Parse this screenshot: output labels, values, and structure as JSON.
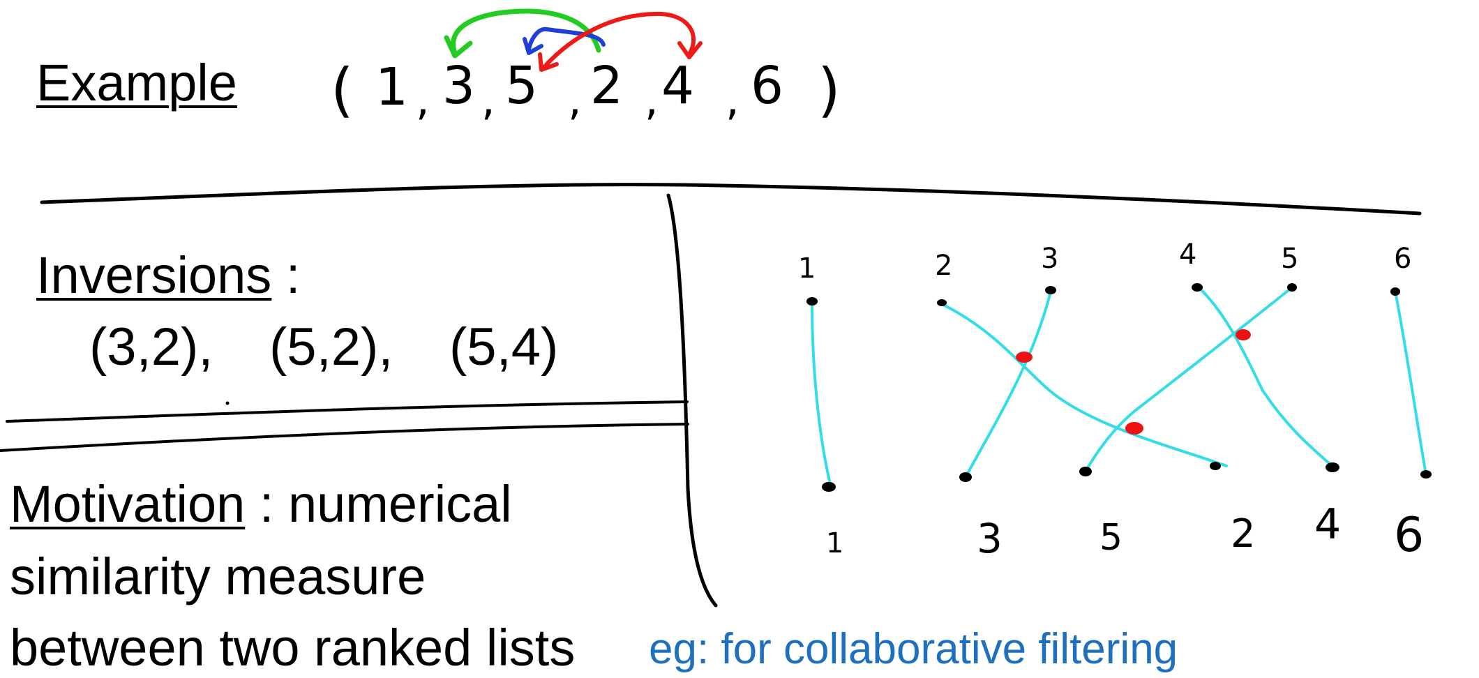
{
  "slide": {
    "example_label": "Example",
    "inversions_label": "Inversions",
    "inversions_colon": " :",
    "inversion_pairs": [
      "(3,2),",
      "(5,2),",
      "(5,4)"
    ],
    "motivation_label": "Motivation",
    "motivation_line_1_rest": " : numerical",
    "motivation_line_2": "similarity measure",
    "motivation_line_3": "between two ranked lists",
    "example_note": "eg: for collaborative filtering"
  },
  "handwriting": {
    "sequence_open": "(",
    "sequence": [
      "1",
      "3",
      "5",
      "2",
      "4",
      "6"
    ],
    "sequence_close": ")",
    "top_labels": [
      "1",
      "2",
      "3",
      "4",
      "5",
      "6"
    ],
    "bottom_labels": [
      "1",
      "3",
      "5",
      "2",
      "4",
      "6"
    ]
  },
  "colors": {
    "ink": "#000000",
    "note_blue": "#1f6fbf",
    "arrow_green": "#22cc22",
    "arrow_blue": "#1f3fd8",
    "arrow_red": "#ee1a1a",
    "link_cyan": "#33dde8",
    "crossing_red": "#ee1111"
  }
}
